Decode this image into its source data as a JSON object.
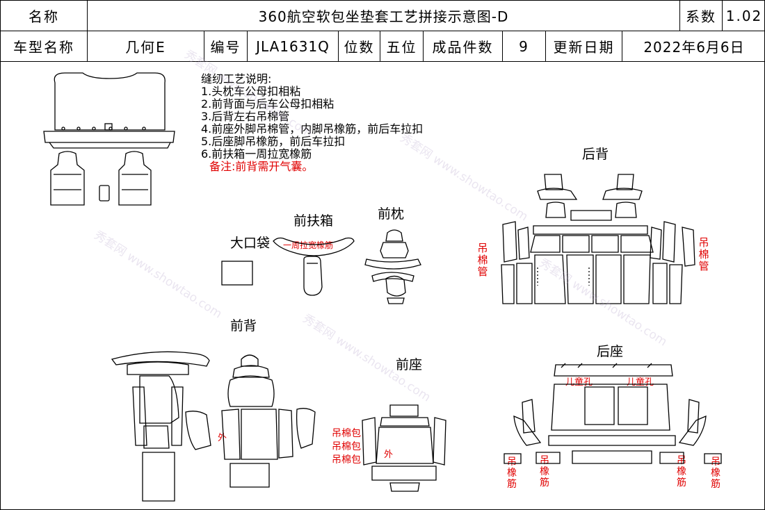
{
  "header": {
    "name_label": "名称",
    "title": "360航空软包坐垫套工艺拼接示意图-D",
    "coef_label": "系数",
    "coef_value": "1.02",
    "model_label": "车型名称",
    "model_value": "几何E",
    "code_label": "编号",
    "code_value": "JLA1631Q",
    "seats_label": "位数",
    "seats_value": "五位",
    "pieces_label": "成品件数",
    "pieces_value": "9",
    "update_label": "更新日期",
    "update_value": "2022年6月6日"
  },
  "notes": {
    "heading": "缝纫工艺说明:",
    "items": [
      "1.头枕车公母扣相粘",
      "2.前背面与后车公母扣相粘",
      "3.后背左右吊棉管",
      "4.前座外脚吊棉管，内脚吊橡筋，前后车拉扣",
      "5.后座脚吊橡筋，前后车拉扣",
      "6.前扶箱一周拉宽橡筋"
    ],
    "remark": "备注:前背需开气囊。"
  },
  "sections": {
    "rear_back": "后背",
    "front_armrest": "前扶箱",
    "front_headrest": "前枕",
    "big_pocket": "大口袋",
    "front_back": "前背",
    "front_seat": "前座",
    "rear_seat": "后座"
  },
  "annotations": {
    "armrest_band": "一周拉宽橡筋",
    "hang_tube_left": "吊棉管",
    "hang_tube_right": "吊棉管",
    "outer_front_back": "外",
    "outer_front_seat": "外",
    "hang_pack_1": "吊棉包",
    "hang_pack_2": "吊棉包",
    "hang_pack_3": "吊棉包",
    "child_hole_left": "儿童孔",
    "child_hole_right": "儿童孔",
    "elastic_1": "吊橡筋",
    "elastic_2": "吊橡筋",
    "elastic_3": "吊橡筋",
    "elastic_4": "吊橡筋"
  },
  "watermark": "秀套网 www.showtao.com",
  "colors": {
    "annotation": "#e00000",
    "line": "#000000"
  }
}
